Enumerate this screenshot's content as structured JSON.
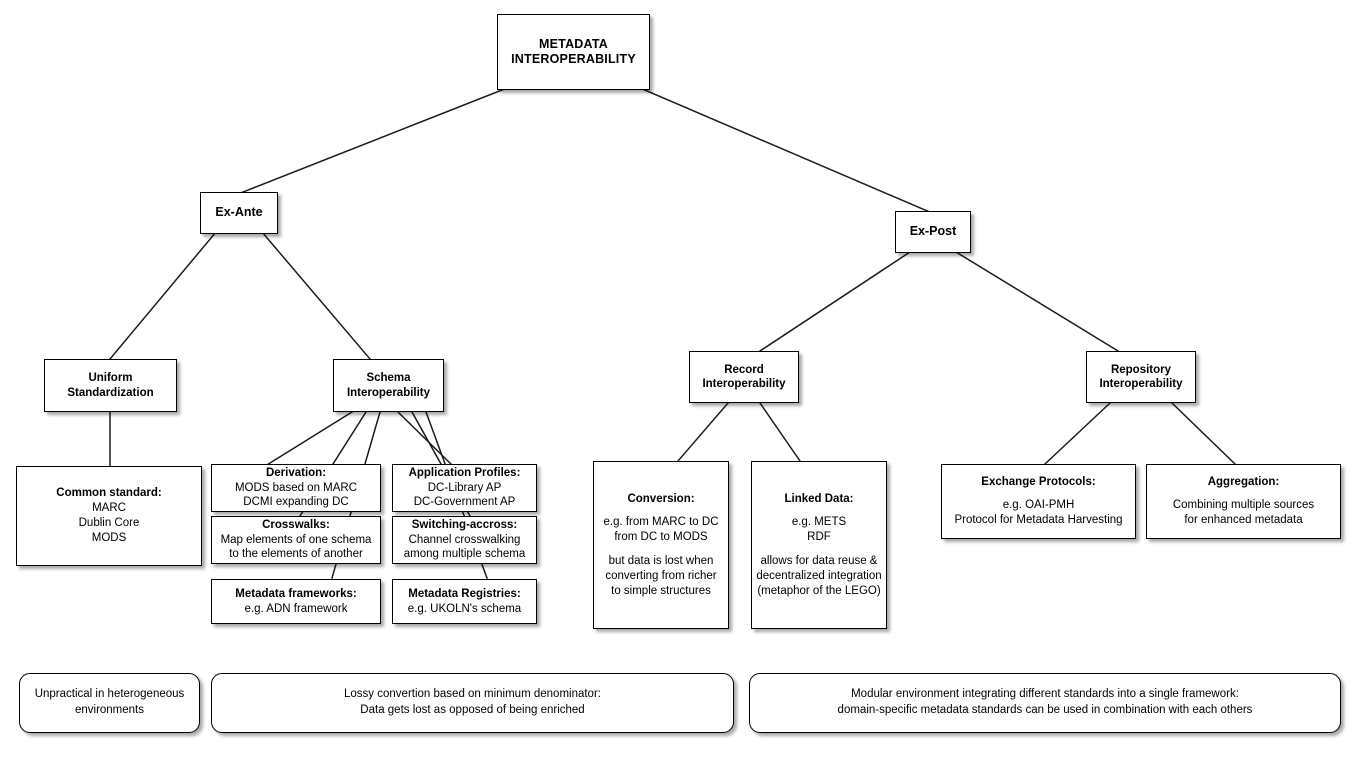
{
  "diagram": {
    "title": "Metadata Interoperability concept map",
    "background_color": "#ffffff",
    "line_color": "#1a1a1a",
    "box_border_color": "#000000"
  },
  "root": {
    "line1": "METADATA",
    "line2": "INTEROPERABILITY"
  },
  "levels": {
    "ex_ante": "Ex-Ante",
    "ex_post": "Ex-Post"
  },
  "branches": {
    "uniform_standardization": {
      "line1": "Uniform",
      "line2": "Standardization"
    },
    "schema_interoperability": {
      "line1": "Schema",
      "line2": "Interoperability"
    },
    "record_interoperability": {
      "line1": "Record",
      "line2": "Interoperability"
    },
    "repository_interoperability": {
      "line1": "Repository",
      "line2": "Interoperability"
    }
  },
  "leaves": {
    "common_standard": {
      "heading": "Common standard:",
      "lines": [
        "MARC",
        "Dublin Core",
        "MODS"
      ]
    },
    "derivation": {
      "heading": "Derivation:",
      "lines": [
        "MODS based on MARC",
        "DCMI expanding DC"
      ]
    },
    "crosswalks": {
      "heading": "Crosswalks:",
      "lines": [
        "Map elements of one schema",
        "to the elements of another"
      ]
    },
    "metadata_frameworks": {
      "heading": "Metadata frameworks:",
      "lines": [
        "e.g. ADN framework"
      ]
    },
    "application_profiles": {
      "heading": "Application Profiles:",
      "lines": [
        "DC-Library AP",
        "DC-Government AP"
      ]
    },
    "switching_accross": {
      "heading": "Switching-accross:",
      "lines": [
        "Channel crosswalking",
        "among multiple schema"
      ]
    },
    "metadata_registries": {
      "heading": "Metadata Registries:",
      "lines": [
        "e.g. UKOLN's schema"
      ]
    },
    "conversion": {
      "heading": "Conversion:",
      "group1": [
        "e.g. from MARC to DC",
        "from DC to MODS"
      ],
      "group2": [
        "but data is lost when",
        "converting from richer",
        "to simple structures"
      ]
    },
    "linked_data": {
      "heading": "Linked Data:",
      "group1": [
        "e.g. METS",
        "RDF"
      ],
      "group2": [
        "allows for data reuse &",
        "decentralized integration",
        "(metaphor of the LEGO)"
      ]
    },
    "exchange_protocols": {
      "heading": "Exchange Protocols:",
      "lines": [
        "e.g. OAI-PMH",
        "Protocol for Metadata Harvesting"
      ]
    },
    "aggregation": {
      "heading": "Aggregation:",
      "lines": [
        "Combining multiple sources",
        "for enhanced metadata"
      ]
    }
  },
  "summaries": {
    "summary_left": {
      "lines": [
        "Unpractical in heterogeneous",
        "environments"
      ]
    },
    "summary_middle": {
      "lines": [
        "Lossy convertion based on minimum denominator:",
        "Data gets lost as opposed of being enriched"
      ]
    },
    "summary_right": {
      "lines": [
        "Modular environment integrating different standards into a single framework:",
        "domain-specific metadata standards can be used in combination with each others"
      ]
    }
  }
}
